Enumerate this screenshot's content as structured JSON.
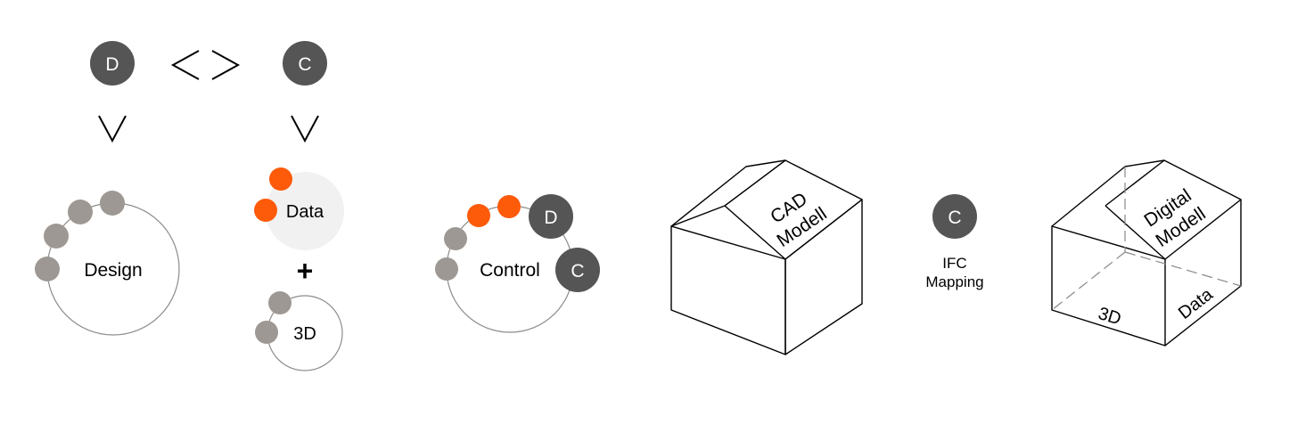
{
  "colors": {
    "dark": "#555555",
    "gray": "#9d9893",
    "orange": "#fd5a0a",
    "light": "#f1f1f1",
    "line": "#000000"
  },
  "top": {
    "d_badge": "D",
    "c_badge": "C",
    "compare_left": "<",
    "compare_right": ">",
    "arrow_left": "v",
    "arrow_right": "v"
  },
  "design": {
    "label": "Design"
  },
  "data_circle": {
    "label": "Data"
  },
  "plus": "+",
  "three_d": {
    "label": "3D"
  },
  "control": {
    "label": "Control",
    "d_badge": "D",
    "c_badge": "C"
  },
  "cad_house": {
    "line1": "CAD",
    "line2": "Modell"
  },
  "ifc": {
    "badge": "C",
    "line1": "IFC",
    "line2": "Mapping"
  },
  "digital_house": {
    "line1": "Digital",
    "line2": "Modell",
    "left_label": "3D",
    "right_label": "Data"
  }
}
